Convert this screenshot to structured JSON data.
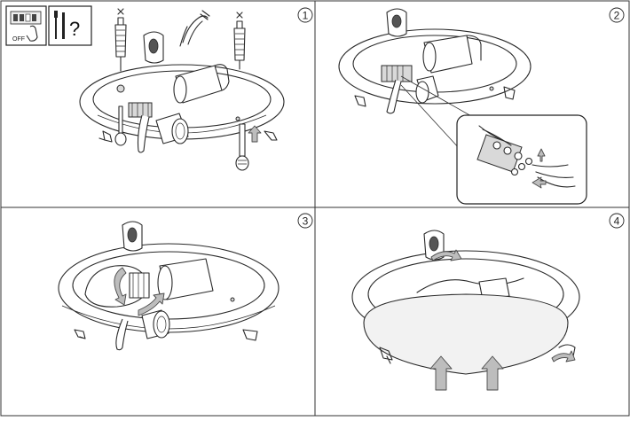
{
  "steps": [
    {
      "number": "1"
    },
    {
      "number": "2"
    },
    {
      "number": "3"
    },
    {
      "number": "4"
    }
  ],
  "warning": {
    "switch_label": "OFF",
    "question_mark": "?"
  }
}
